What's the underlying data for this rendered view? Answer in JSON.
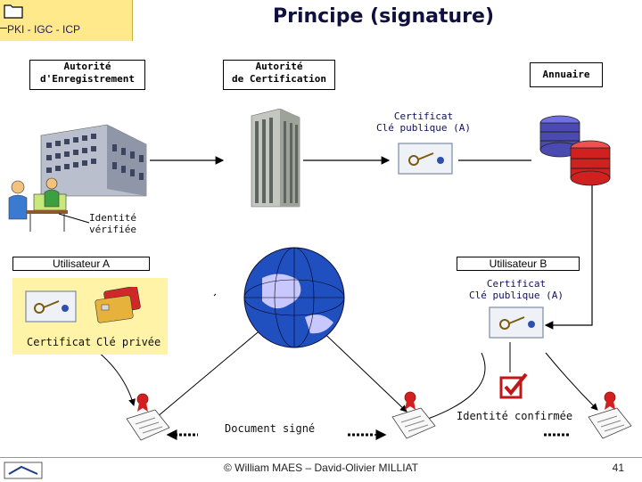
{
  "header": {
    "section_tab": "PKI - IGC - ICP",
    "title": "Principe (signature)"
  },
  "boxes": {
    "ra": "Autorité\nd'Enregistrement",
    "ca": "Autorité\nde Certification",
    "directory": "Annuaire",
    "user_a": "Utilisateur A",
    "user_b": "Utilisateur B"
  },
  "captions": {
    "cert_top_line1": "Certificat",
    "cert_top_line2": "Clé publique (A)",
    "identity_verified_line1": "Identité",
    "identity_verified_line2": "vérifiée",
    "cert_b_line1": "Certificat",
    "cert_b_line2": "Clé publique (A)",
    "certificate": "Certificat",
    "private_key": "Clé privée",
    "signed_document": "Document signé",
    "identity_confirmed": "Identité confirmée"
  },
  "footer": {
    "copyright": "© William MAES – David-Olivier MILLIAT",
    "page_number": "41"
  },
  "colors": {
    "title": "#101040",
    "tab_bg": "#ffe98a",
    "yellow_zone": "#fff3a8",
    "db_blue": "#4a4ab0",
    "db_red": "#d02020",
    "globe_blue": "#2050c0"
  },
  "icons": [
    "folder-icon",
    "building-icon",
    "office-workers-icon",
    "database-blue-icon",
    "database-red-icon",
    "certificate-icon",
    "smart-card-icon",
    "globe-icon",
    "document-seal-icon",
    "checkmark-icon",
    "logo-icon"
  ]
}
